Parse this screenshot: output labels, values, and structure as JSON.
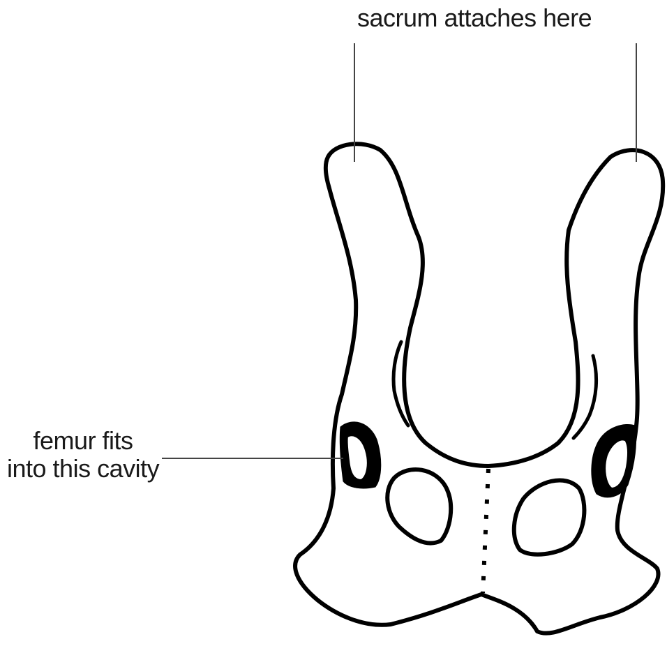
{
  "labels": {
    "sacrum": "sacrum attaches here",
    "femur_line1": "femur fits",
    "femur_line2": "into this cavity"
  },
  "colors": {
    "outline": "#000000",
    "leader_line": "#444444",
    "text": "#1a1a1a",
    "background": "#ffffff"
  }
}
